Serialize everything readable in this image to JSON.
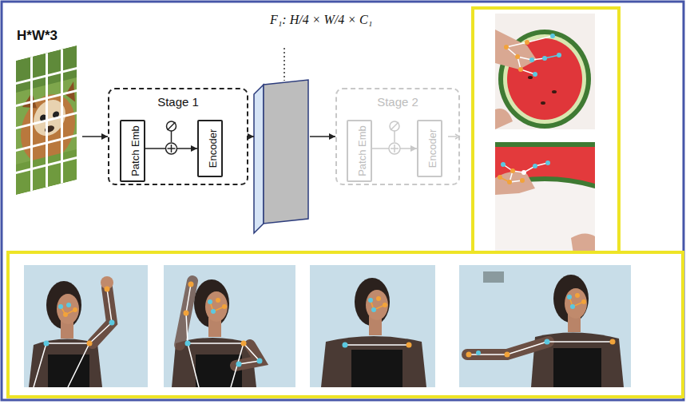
{
  "diagram": {
    "nodes": [
      {
        "text": [
          "H*W*3"
        ]
      },
      {
        "text": [
          "Stage 1"
        ]
      },
      {
        "text": [
          "Patch Emb"
        ],
        "in": 1
      },
      {
        "text": [
          "Encoder"
        ],
        "in": 1
      },
      {
        "text": [
          "F₁: H/4 × W/4 × C₁"
        ]
      },
      {
        "text": [
          "Stage 2"
        ]
      },
      {
        "text": [
          "Patch Emb"
        ],
        "in": 5
      },
      {
        "text": [
          "Encoder"
        ],
        "in": 5
      }
    ],
    "edges": [
      {
        "from": 0,
        "to": 1,
        "arrow": "to"
      },
      {
        "from": 2,
        "to": 3,
        "arrow": "to"
      },
      {
        "from": 1,
        "to": 4,
        "arrow": "to"
      },
      {
        "from": 4,
        "to": 5,
        "arrow": "to"
      },
      {
        "from": 6,
        "to": 7,
        "arrow": "to"
      }
    ]
  }
}
